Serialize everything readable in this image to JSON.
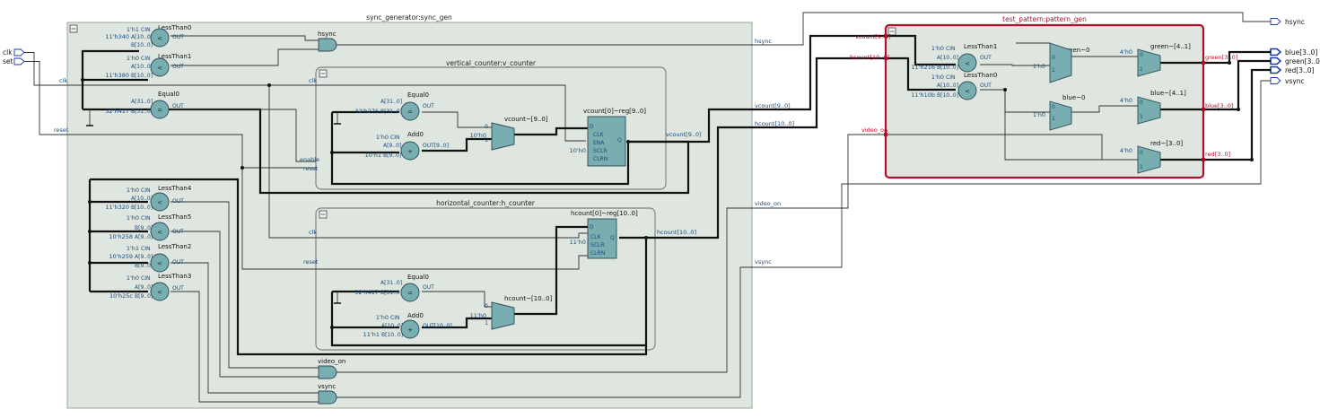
{
  "top_level": {
    "input_ports": [
      "clk",
      "set"
    ],
    "output_ports": [
      "hsync",
      "blue[3..0]",
      "green[3..0]",
      "red[3..0]",
      "vsync"
    ]
  },
  "sync_gen": {
    "title": "sync_generator:sync_gen",
    "signals": {
      "clk": "clk",
      "reset": "reset",
      "hsync": "hsync",
      "vcount_out": "vcount[9..0]",
      "hcount_out": "hcount[10..0]",
      "video_on": "video_on",
      "vsync": "vsync"
    },
    "comparators": [
      {
        "name": "LessThan0",
        "top_val": "1'h1",
        "top_pin": "CIN",
        "a_val": "11'h340",
        "a_pin": "A[10..0]",
        "b_pin": "B[10..0]",
        "sym": "<",
        "out": "OUT"
      },
      {
        "name": "LessThan1",
        "top_val": "1'h0",
        "top_pin": "CIN",
        "a_pin": "A[10..0]",
        "b_val": "11'h380",
        "b_pin": "B[10..0]",
        "sym": "<",
        "out": "OUT"
      },
      {
        "name": "Equal0",
        "a_pin": "A[31..0]",
        "b_val": "32'h417",
        "b_pin": "B[31..0]",
        "sym": "=",
        "out": "OUT"
      },
      {
        "name": "LessThan4",
        "top_val": "1'h0",
        "top_pin": "CIN",
        "a_pin": "A[10..0]",
        "b_val": "11'h320",
        "b_pin": "B[10..0]",
        "sym": "<",
        "out": "OUT"
      },
      {
        "name": "LessThan5",
        "top_val": "1'h0",
        "top_pin": "CIN",
        "a_val": "10'h258",
        "a_pin": "A[9..0]",
        "b_pin": "B[9..0]",
        "sym": "<",
        "out": "OUT"
      },
      {
        "name": "LessThan2",
        "top_val": "1'h1",
        "top_pin": "CIN",
        "a_val": "10'h259",
        "a_pin": "A[9..0]",
        "b_pin": "B[9..0]",
        "sym": "<",
        "out": "OUT"
      },
      {
        "name": "LessThan3",
        "top_val": "1'h0",
        "top_pin": "CIN",
        "a_pin": "A[9..0]",
        "b_val": "10'h25c",
        "b_pin": "B[9..0]",
        "sym": "<",
        "out": "OUT"
      }
    ],
    "gates": {
      "hsync": "hsync",
      "video_on": "video_on",
      "vsync": "vsync"
    },
    "vertical": {
      "title": "vertical_counter:v_counter",
      "clk": "clk",
      "enable": "enable",
      "reset": "reset",
      "out": "vcount[9..0]",
      "equal": {
        "name": "Equal0",
        "a_pin": "A[31..0]",
        "b_val": "32'h276",
        "b_pin": "B[31..0]",
        "sym": "=",
        "out": "OUT"
      },
      "adder": {
        "name": "Add0",
        "top_val": "1'h0",
        "top_pin": "CIN",
        "a_pin": "A[9..0]",
        "b_val": "10'h1",
        "b_pin": "B[9..0]",
        "sym": "+",
        "out": "OUT[9..0]"
      },
      "mux": {
        "name": "vcount~[9..0]",
        "zero_val": "10'h0",
        "in0": "0",
        "in1": "1"
      },
      "reg": {
        "name": "vcount[0]~reg[9..0]",
        "pins": [
          "D",
          "CLK",
          "ENA",
          "SCLR",
          "CLRN"
        ],
        "q": "Q",
        "init": "10'h0"
      }
    },
    "horizontal": {
      "title": "horizontal_counter:h_counter",
      "clk": "clk",
      "reset": "reset",
      "out": "hcount[10..0]",
      "reg": {
        "name": "hcount[0]~reg[10..0]",
        "pins": [
          "D",
          "CLK",
          "SCLR",
          "CLRN"
        ],
        "q": "Q",
        "init": "11'h0"
      },
      "equal": {
        "name": "Equal0",
        "a_pin": "A[31..0]",
        "b_val": "32'h417",
        "b_pin": "B[31..0]",
        "sym": "=",
        "out": "OUT"
      },
      "adder": {
        "name": "Add0",
        "top_val": "1'h0",
        "top_pin": "CIN",
        "a_pin": "A[10..0]",
        "b_val": "11'h1",
        "b_pin": "B[10..0]",
        "sym": "+",
        "out": "OUT[10..0]"
      },
      "mux": {
        "name": "hcount~[10..0]",
        "zero_val": "11'h0",
        "in0": "0",
        "in1": "1"
      }
    }
  },
  "pattern_gen": {
    "title": "test_pattern:pattern_gen",
    "inputs": [
      "vcount[9..0]",
      "hcount[10..0]",
      "video_on"
    ],
    "comparators": [
      {
        "name": "LessThan1",
        "top_val": "1'h0",
        "top_pin": "CIN",
        "a_val": "11'h216",
        "a_pin": "A[10..0]",
        "b_pin": "B[10..0]",
        "sym": "<",
        "out": "OUT"
      },
      {
        "name": "LessThan0",
        "top_val": "1'h0",
        "top_pin": "CIN",
        "a_pin": "A[10..0]",
        "b_val": "11'h10b",
        "b_pin": "B[10..0]",
        "sym": "<",
        "out": "OUT"
      }
    ],
    "muxes": [
      {
        "name": "green~0",
        "val": "1'h0",
        "in0": "0",
        "in1": "1"
      },
      {
        "name": "blue~0",
        "val": "1'h0",
        "in0": "0",
        "in1": "1"
      },
      {
        "name": "green~[4..1]",
        "val": "4'h0",
        "in0": "0",
        "in1": "1"
      },
      {
        "name": "blue~[4..1]",
        "val": "4'h0",
        "in0": "0",
        "in1": "1"
      },
      {
        "name": "red~[3..0]",
        "val": "4'h0",
        "in0": "0",
        "in1": "1"
      }
    ],
    "outputs": [
      "green[3..0]",
      "blue[3..0]",
      "red[3..0]"
    ]
  },
  "colors": {
    "block_fill": "#dfe6df",
    "component": "#79aeb0",
    "selected_border": "#b0102a",
    "wire": "#333333"
  }
}
